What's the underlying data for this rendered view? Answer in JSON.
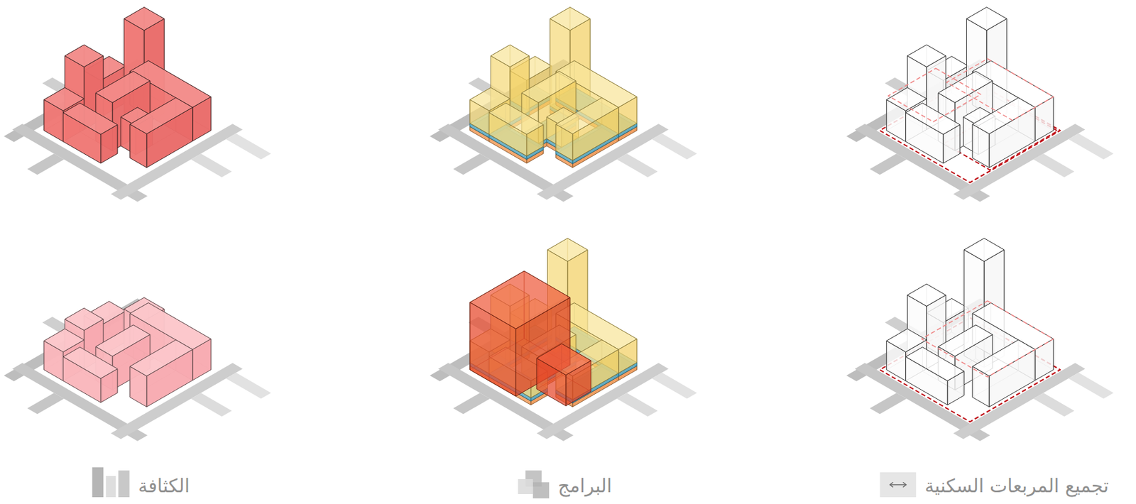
{
  "diagram": {
    "labels": [
      "الكثافة",
      "البرامج",
      "تجميع المربعات السكنية"
    ]
  }
}
